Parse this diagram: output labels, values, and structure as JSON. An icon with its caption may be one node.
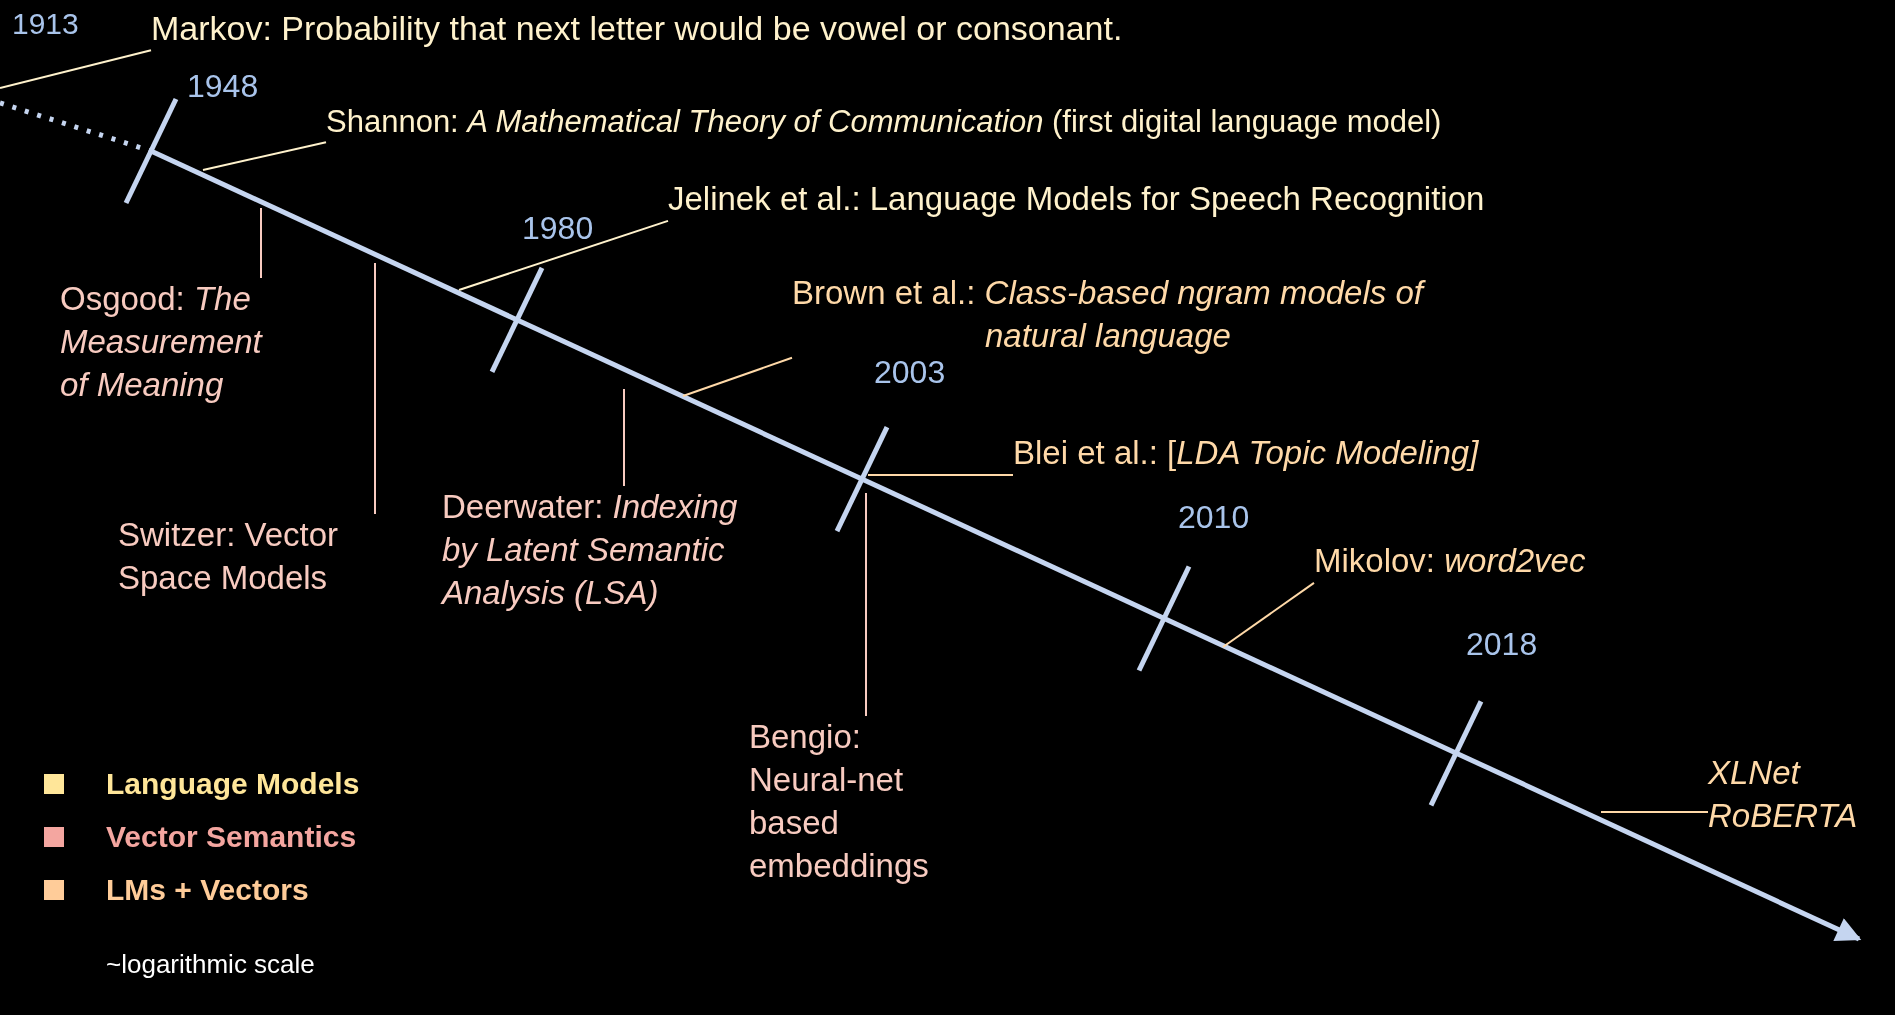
{
  "diagram": {
    "nodes": [
      {
        "text": [
          "Markov: Probability that next letter would be vowel or consonant."
        ]
      },
      {
        "text": [
          "Shannon: *A Mathematical Theory of Communication* (first digital language model)"
        ]
      },
      {
        "text": [
          "Jelinek et al.: Language Models for Speech Recognition"
        ]
      },
      {
        "text": [
          "Brown et al.: *Class-based ngram models of natural language*"
        ]
      },
      {
        "text": [
          "Blei et al.: [*LDA Topic Modeling]*"
        ]
      },
      {
        "text": [
          "Mikolov: *word2vec*"
        ]
      },
      {
        "text": [
          "XLNet RoBERTA"
        ]
      },
      {
        "text": [
          "Osgood: *The Measurement of Meaning*"
        ]
      },
      {
        "text": [
          "Switzer: Vector Space Models"
        ]
      },
      {
        "text": [
          "Deerwater: *Indexing by Latent Semantic Analysis (LSA)*"
        ]
      },
      {
        "text": [
          "Bengio: Neural-net based embeddings"
        ]
      }
    ],
    "edges": [
      {
        "from": 0,
        "to": null,
        "arrow": "none"
      },
      {
        "from": 1,
        "to": null,
        "arrow": "none"
      },
      {
        "from": 2,
        "to": null,
        "arrow": "none"
      },
      {
        "from": 3,
        "to": null,
        "arrow": "none"
      },
      {
        "from": 4,
        "to": null,
        "arrow": "none"
      },
      {
        "from": 5,
        "to": null,
        "arrow": "none"
      },
      {
        "from": 6,
        "to": null,
        "arrow": "none"
      },
      {
        "from": 7,
        "to": null,
        "arrow": "none"
      },
      {
        "from": 8,
        "to": null,
        "arrow": "none"
      },
      {
        "from": 9,
        "to": null,
        "arrow": "none"
      },
      {
        "from": 10,
        "to": null,
        "arrow": "none"
      }
    ],
    "labels": [
      "1913",
      "1948",
      "1980",
      "2003",
      "2010",
      "2018",
      "~logarithmic scale"
    ],
    "legend": [
      {
        "text": "Language Models",
        "color": "#ffe699"
      },
      {
        "text": "Vector Semantics",
        "color": "#f4a6a0"
      },
      {
        "text": "LMs + Vectors",
        "color": "#ffcc99"
      }
    ]
  }
}
